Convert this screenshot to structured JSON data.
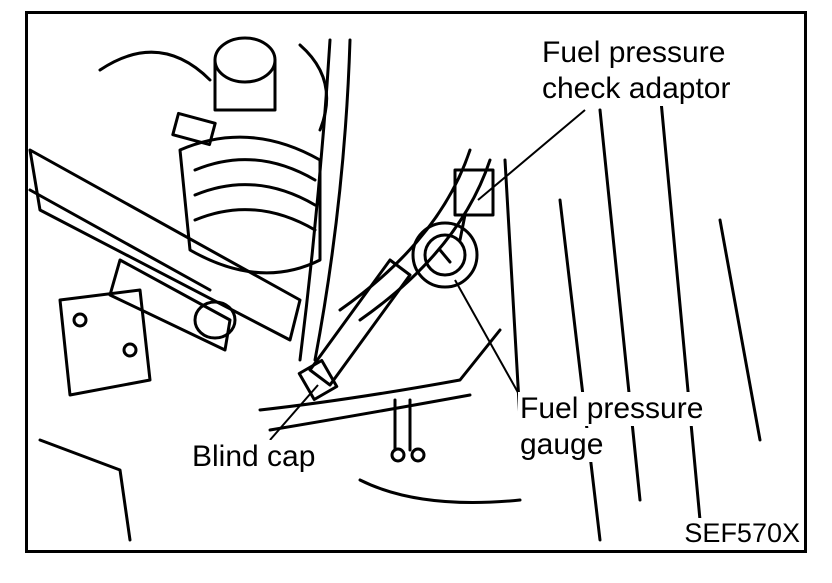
{
  "labels": {
    "adaptor_line1": "Fuel pressure",
    "adaptor_line2": "check adaptor",
    "gauge_line1": "Fuel pressure",
    "gauge_line2": "gauge",
    "blind_cap": "Blind cap"
  },
  "figure_code": "SEF570X"
}
